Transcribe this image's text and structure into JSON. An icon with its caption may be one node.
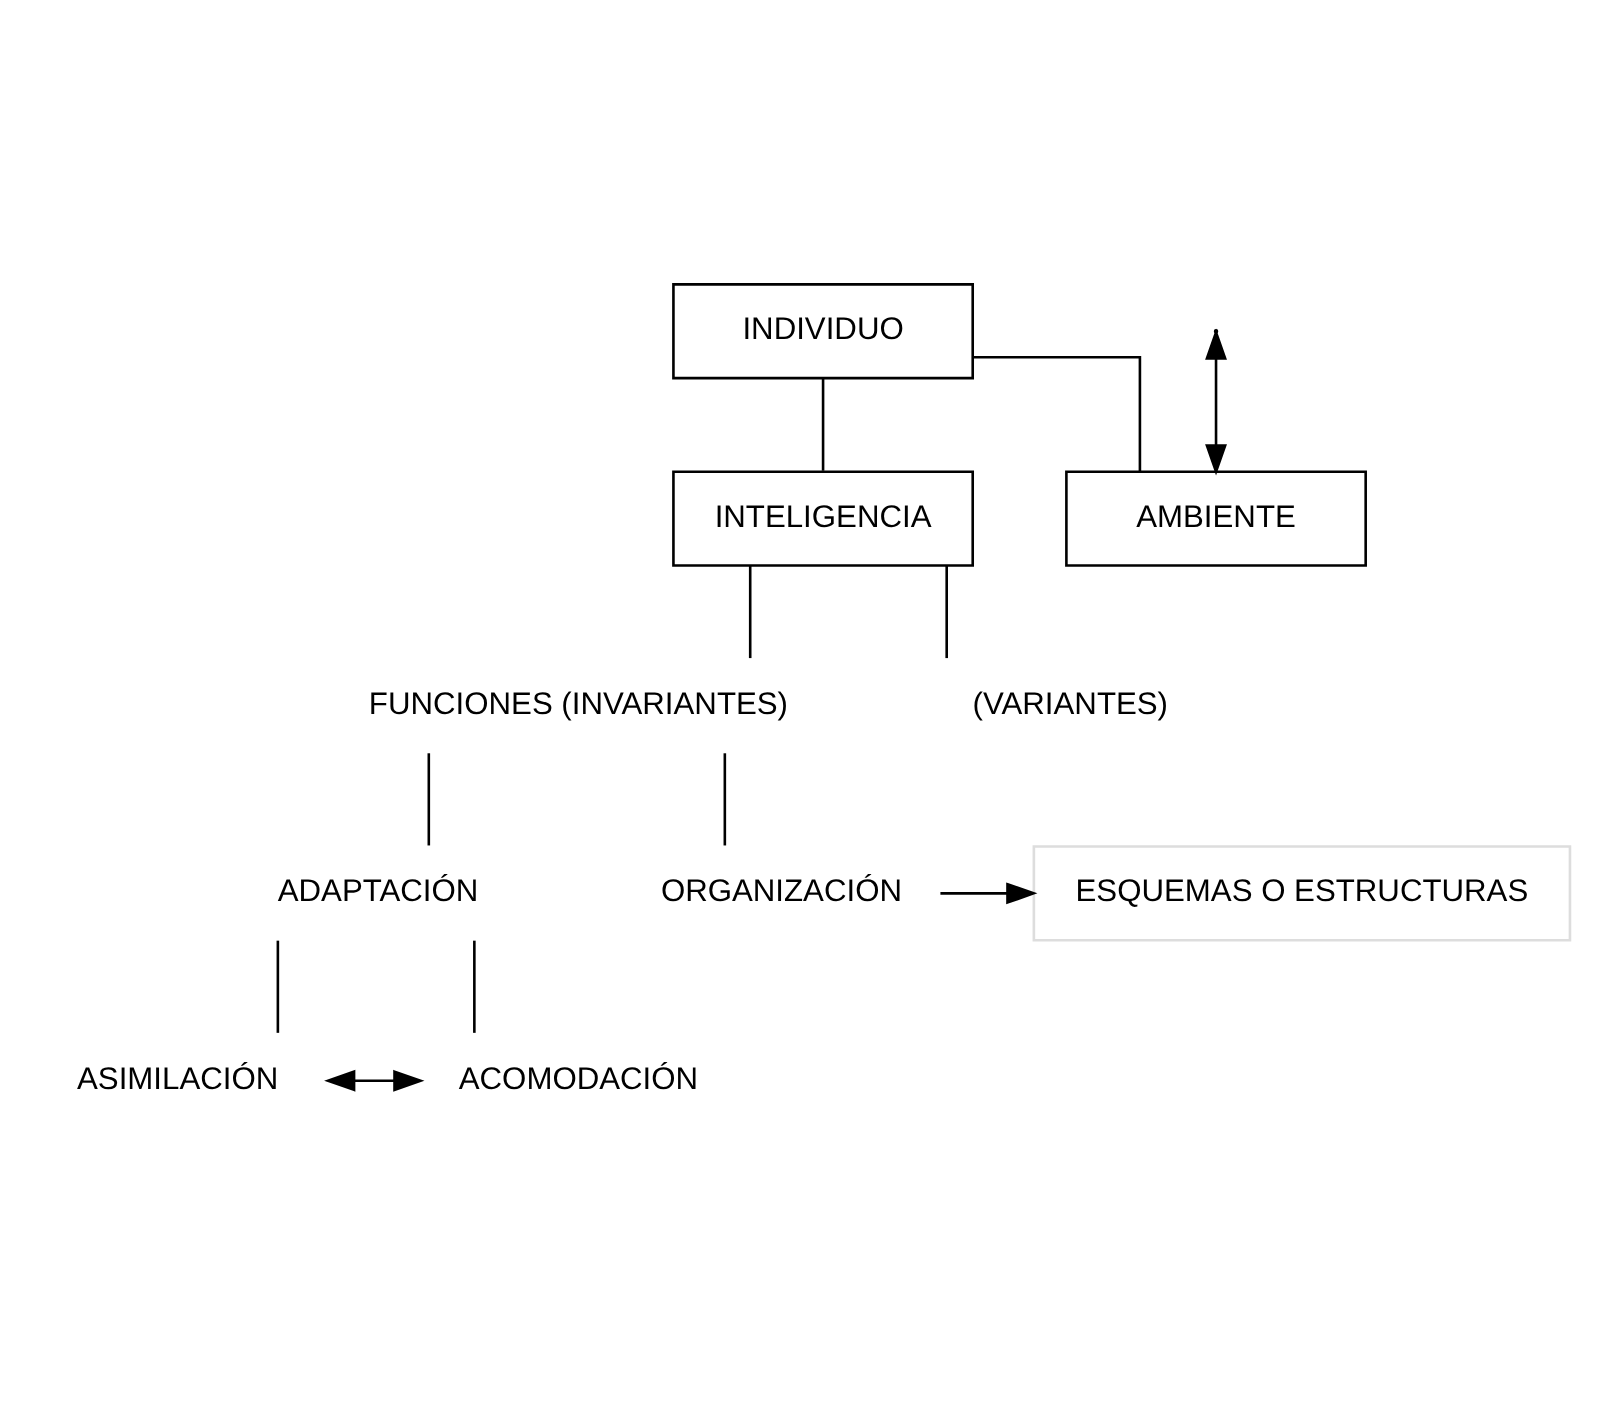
{
  "diagram": {
    "nodes": [
      {
        "text": [
          "INDIVIDUO"
        ]
      },
      {
        "text": [
          "INTELIGENCIA"
        ]
      },
      {
        "text": [
          "FUNCIONES (INVARIANTES)"
        ]
      },
      {
        "text": [
          "(VARIANTES)"
        ]
      },
      {
        "text": [
          "ADAPTACIÓN"
        ]
      },
      {
        "text": [
          "ORGANIZACIÓN"
        ]
      },
      {
        "text": [
          "ESQUEMAS O ESTRUCTURAS"
        ]
      },
      {
        "text": [
          "ASIMILACIÓN"
        ]
      },
      {
        "text": [
          "ACOMODACIÓN"
        ]
      },
      {
        "text": [
          "AMBIENTE"
        ]
      }
    ],
    "edges": [
      {
        "from": 0,
        "to": 1,
        "arrow": "none"
      },
      {
        "from": 1,
        "to": 2,
        "arrow": "none"
      },
      {
        "from": 1,
        "to": 3,
        "arrow": "none"
      },
      {
        "from": 2,
        "to": 4,
        "arrow": "none"
      },
      {
        "from": 2,
        "to": 5,
        "arrow": "none"
      },
      {
        "from": 5,
        "to": 6,
        "arrow": "to"
      },
      {
        "from": 4,
        "to": 7,
        "arrow": "none"
      },
      {
        "from": 4,
        "to": 8,
        "arrow": "none"
      },
      {
        "from": 7,
        "to": 8,
        "arrow": "both"
      },
      {
        "from": null,
        "to": 9,
        "arrow": "both"
      },
      {
        "from": 0,
        "to": 9,
        "arrow": "none"
      }
    ]
  }
}
